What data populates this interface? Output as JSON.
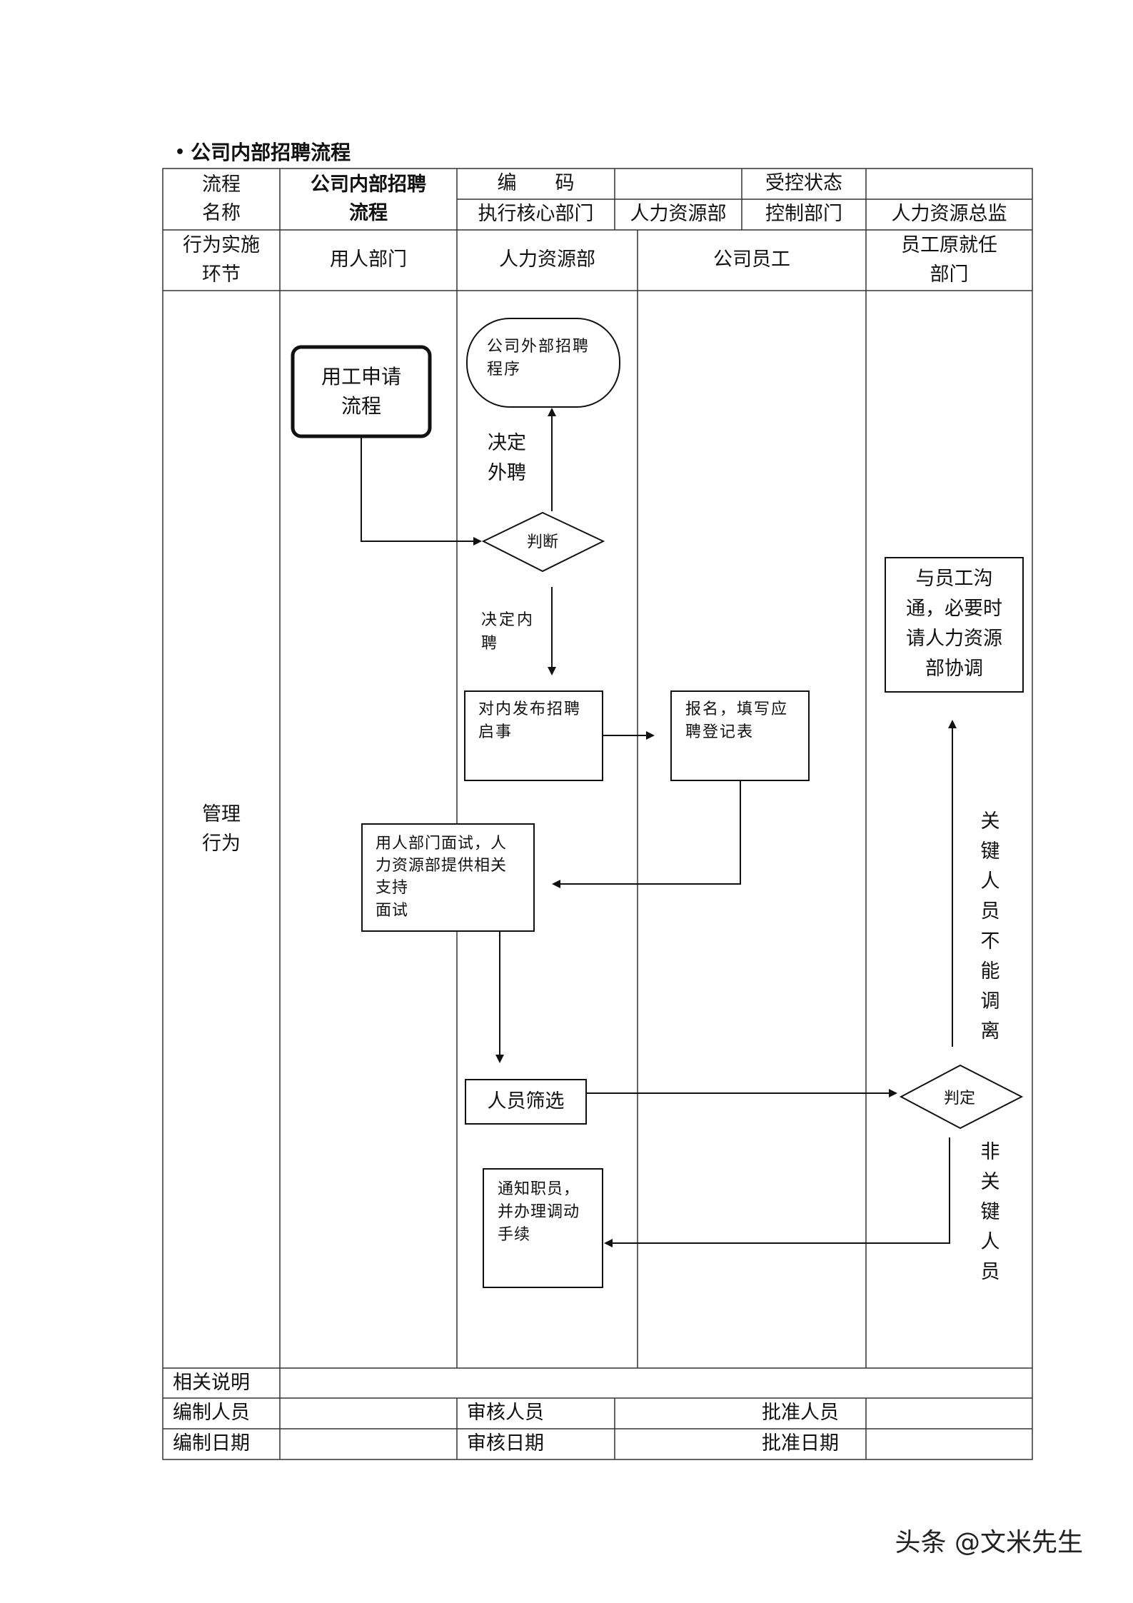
{
  "heading": "公司内部招聘流程",
  "table": {
    "row1": {
      "flow_name_label": "流程\n名称",
      "flow_name_value": "公司内部招聘\n流程",
      "code_label": "编　　码",
      "code_value": "",
      "control_status_label": "受控状态",
      "control_status_value": "",
      "exec_dept_label": "执行核心部门",
      "exec_dept_value": "人力资源部",
      "control_dept_label": "控制部门",
      "control_dept_value": "人力资源总监"
    },
    "row2": {
      "stage_label": "行为实施\n环节",
      "lanes": [
        "用人部门",
        "人力资源部",
        "公司员工",
        "员工原就任\n部门"
      ]
    },
    "row3": {
      "label": "管理\n行为"
    },
    "notes_label": "相关说明",
    "notes_value": "",
    "footer": {
      "compiler_label": "编制人员",
      "compiler_value": "",
      "reviewer_label": "审核人员",
      "reviewer_value": "",
      "approver_label": "批准人员",
      "approver_value": "",
      "compile_date_label": "编制日期",
      "compile_date_value": "",
      "review_date_label": "审核日期",
      "review_date_value": "",
      "approve_date_label": "批准日期",
      "approve_date_value": ""
    }
  },
  "flow": {
    "start": "用工申请\n流程",
    "external": "公司外部招聘\n程序",
    "judge": "判断",
    "decide_external": "决定\n外聘",
    "decide_internal": "决定内\n聘",
    "publish": "对内发布招聘\n启事",
    "register": "报名，填写应\n聘登记表",
    "interview": "用人部门面试，人\n力资源部提供相关\n支持\n面试",
    "screen": "人员筛选",
    "verdict": "判定",
    "notify": "通知职员，\n并办理调动\n手续",
    "communicate": "与员工沟\n通，必要时\n请人力资源\n部协调",
    "key_staff": "关键人员不能调离",
    "non_key_staff": "非关键人员"
  },
  "watermark": "头条 @文米先生"
}
